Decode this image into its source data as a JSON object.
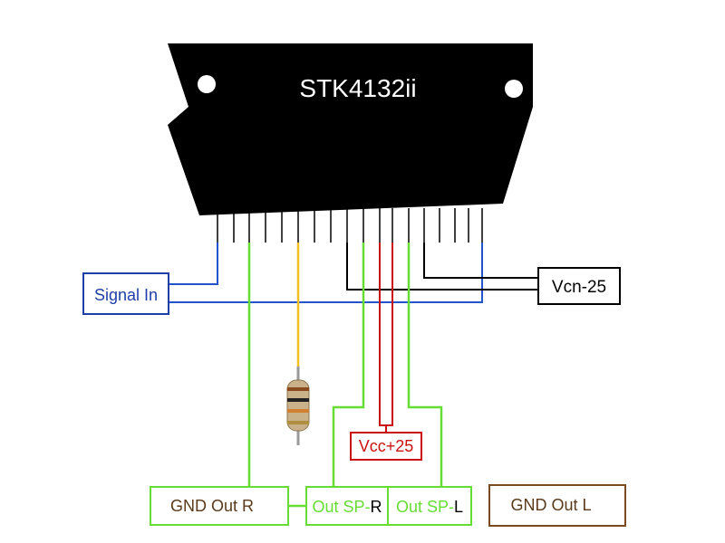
{
  "chip": {
    "part_number": "STK4132ii"
  },
  "labels": {
    "signal_in": "Signal In",
    "vcn": "Vcn-25",
    "vcc": "Vcc+25",
    "gnd_out_r": "GND Out R",
    "out_sp_r_prefix": "Out SP-",
    "out_sp_r_suffix": "R",
    "out_sp_l_prefix": "Out SP-",
    "out_sp_l_suffix": "L",
    "gnd_out_l": "GND Out L"
  },
  "colors": {
    "chip_body": "#000000",
    "signal_wire": "#2255cc",
    "signal_box": "#1f3fa8",
    "negative_rail": "#000000",
    "positive_rail": "#cc1111",
    "speaker_wire": "#66dd33",
    "resistor_lead": "#f0c020",
    "gnd_l_box": "#7a4a20"
  }
}
